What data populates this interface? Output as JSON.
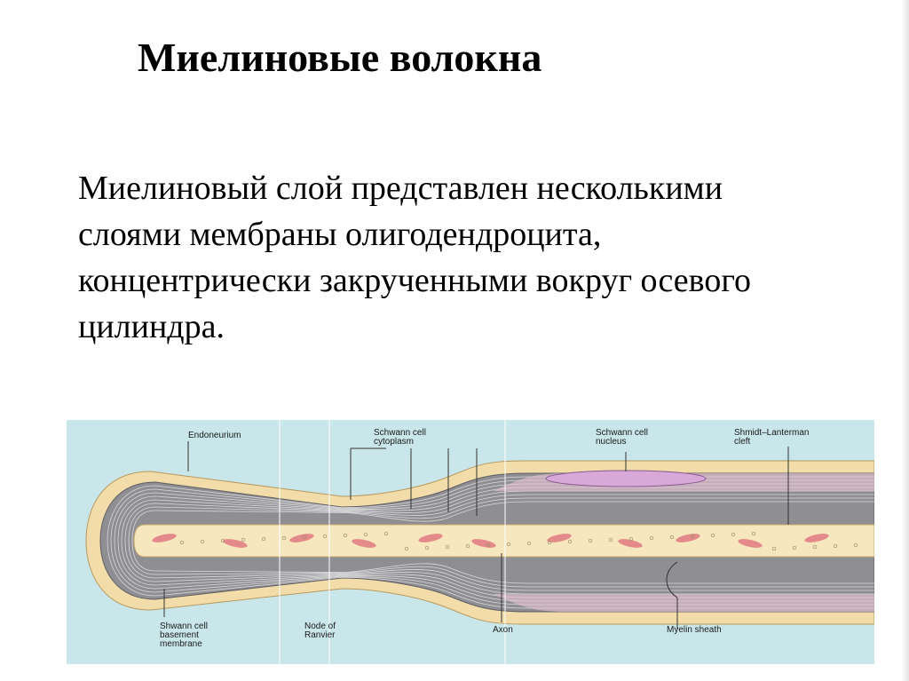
{
  "slide": {
    "title": "Миелиновые волокна",
    "body_lines": [
      "Миелиновый слой представлен несколькими",
      "слоями мембраны олигодендроцита,",
      "концентрически закрученными вокруг осевого",
      "цилиндра."
    ]
  },
  "figure": {
    "labels": {
      "endoneurium": "Endoneurium",
      "schwann_cytoplasm": [
        "Schwann cell",
        "cytoplasm"
      ],
      "schwann_nucleus": [
        "Schwann cell",
        "nucleus"
      ],
      "shmidt_lanterman": [
        "Shmidt–Lanterman",
        "cleft"
      ],
      "basement_membrane": [
        "Shwann cell",
        "basement",
        "membrane"
      ],
      "node_of_ranvier": [
        "Node of",
        "Ranvier"
      ],
      "axon": "Axon",
      "myelin_sheath": "Myelin sheath"
    },
    "colors": {
      "background": "#c9e6ea",
      "outer_layer": "#f1dcaa",
      "myelin": "#8f8f93",
      "cytoplasm": "#e6c3d3",
      "axon": "#f6e7bf",
      "mitochondria": "#e58a8a",
      "nucleus": "#d7a8d8"
    }
  }
}
